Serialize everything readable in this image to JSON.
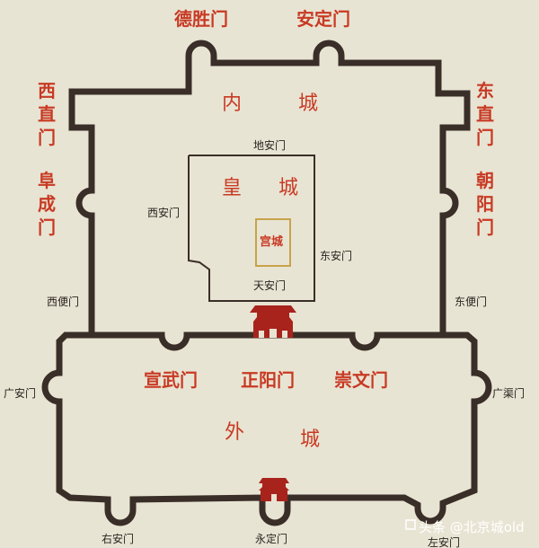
{
  "inner_city": {
    "char1": "内",
    "char2": "城"
  },
  "imperial_city": {
    "char1": "皇",
    "char2": "城"
  },
  "palace_city": {
    "label": "宫城"
  },
  "outer_city": {
    "char1": "外",
    "char2": "城"
  },
  "gates_red": {
    "deshengmen": "德胜门",
    "andingmen": "安定门",
    "xizhimen": [
      "西",
      "直",
      "门"
    ],
    "dongzhimen": [
      "东",
      "直",
      "门"
    ],
    "fuchengmen": [
      "阜",
      "成",
      "门"
    ],
    "chaoyangmen": [
      "朝",
      "阳",
      "门"
    ],
    "xuanwumen": "宣武门",
    "zhengyangmen": "正阳门",
    "chongwenmen": "崇文门"
  },
  "gates_small": {
    "dianmen": "地安门",
    "xianmen": "西安门",
    "donganmen": "东安门",
    "tiananmen": "天安门",
    "xibianmen": "西便门",
    "dongbianmen": "东便门",
    "guanganmen": "广安门",
    "guangqumen": "广渠门",
    "youanmen": "右安门",
    "yongdingmen": "永定门",
    "zuoanmen": "左安门"
  },
  "watermark": "头条 @北京城old",
  "colors": {
    "background": "#e8e4d3",
    "wall": "#3a2e28",
    "gate_label": "#c83a24",
    "gate_tower": "#a8231c",
    "palace_outline": "#c9a24a"
  },
  "icons": [
    "tiananmen-gate-tower-icon",
    "yongdingmen-gate-tower-icon",
    "watermark-logo-icon"
  ]
}
